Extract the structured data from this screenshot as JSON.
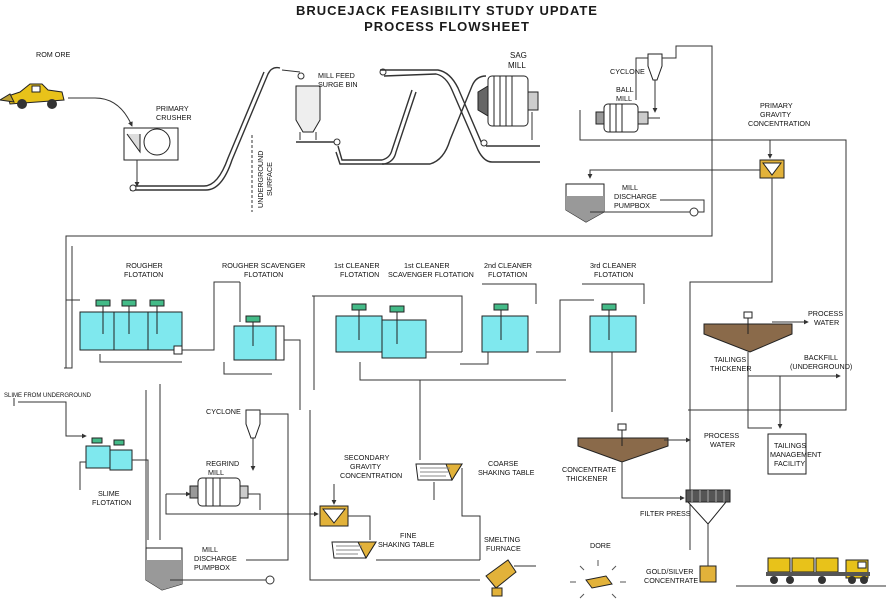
{
  "title": {
    "line1": "BRUCEJACK FEASIBILITY STUDY UPDATE",
    "line2": "PROCESS FLOWSHEET"
  },
  "labels": {
    "rom_ore": "ROM ORE",
    "primary_crusher": [
      "PRIMARY",
      "CRUSHER"
    ],
    "underground_surface": [
      "UNDERGROUND",
      "SURFACE"
    ],
    "mill_feed_surge_bin": [
      "MILL FEED",
      "SURGE BIN"
    ],
    "sag_mill": [
      "SAG",
      "MILL"
    ],
    "cyclone_top": "CYCLONE",
    "ball_mill": [
      "BALL",
      "MILL"
    ],
    "primary_gravity": [
      "PRIMARY",
      "GRAVITY",
      "CONCENTRATION"
    ],
    "mill_discharge_pumpbox_top": [
      "MILL",
      "DISCHARGE",
      "PUMPBOX"
    ],
    "rougher_flotation": [
      "ROUGHER",
      "FLOTATION"
    ],
    "rougher_scavenger": [
      "ROUGHER SCAVENGER",
      "FLOTATION"
    ],
    "first_cleaner": [
      "1st CLEANER",
      "FLOTATION"
    ],
    "first_cleaner_scavenger": [
      "1st CLEANER",
      "SCAVENGER FLOTATION"
    ],
    "second_cleaner": [
      "2nd CLEANER",
      "FLOTATION"
    ],
    "third_cleaner": [
      "3rd CLEANER",
      "FLOTATION"
    ],
    "process_water_1": [
      "PROCESS",
      "WATER"
    ],
    "tailings_thickener": [
      "TAILINGS",
      "THICKENER"
    ],
    "backfill": [
      "BACKFILL",
      "(UNDERGROUND)"
    ],
    "slime_from_underground": "SLIME FROM UNDERGROUND",
    "cyclone_regrind": "CYCLONE",
    "slime_flotation": [
      "SLIME",
      "FLOTATION"
    ],
    "regrind_mill": [
      "REGRIND",
      "MILL"
    ],
    "secondary_gravity": [
      "SECONDARY",
      "GRAVITY",
      "CONCENTRATION"
    ],
    "coarse_shaking_table": [
      "COARSE",
      "SHAKING TABLE"
    ],
    "tailings_management": [
      "TAILINGS",
      "MANAGEMENT",
      "FACILITY"
    ],
    "process_water_2": [
      "PROCESS",
      "WATER"
    ],
    "concentrate_thickener": [
      "CONCENTRATE",
      "THICKENER"
    ],
    "filter_press": "FILTER PRESS",
    "mill_discharge_pumpbox_bottom": [
      "MILL",
      "DISCHARGE",
      "PUMPBOX"
    ],
    "fine_shaking_table": [
      "FINE",
      "SHAKING TABLE"
    ],
    "smelting_furnace": [
      "SMELTING",
      "FURNACE"
    ],
    "dore": "DORE",
    "gold_silver_concentrate": [
      "GOLD/SILVER",
      "CONCENTRATE"
    ]
  },
  "colors": {
    "flotation_cell": "#7fe8ee",
    "gold_equipment": "#e2b23a",
    "loader_yellow": "#e8c21a",
    "thickener_pulp": "#8a6a4a",
    "line": "#333333"
  }
}
